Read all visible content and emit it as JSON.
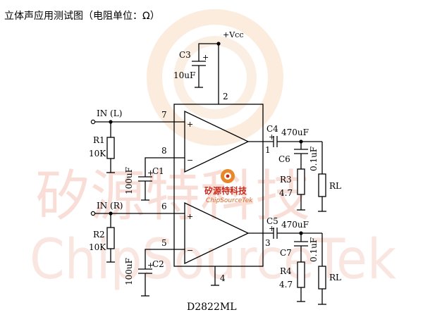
{
  "title": "立体声应用测试图（电阻单位：Ω）",
  "supply": "+Vcc",
  "chip": "D2822ML",
  "inputs": {
    "left": "IN (L)",
    "right": "IN (R)"
  },
  "pins": {
    "p1": "1",
    "p2": "2",
    "p3": "3",
    "p4": "4",
    "p5": "5",
    "p6": "6",
    "p7": "7",
    "p8": "8"
  },
  "op_signs": {
    "plus": "+",
    "minus": "−"
  },
  "components": {
    "c1": {
      "name": "C1",
      "value": "100uF"
    },
    "c2": {
      "name": "C2",
      "value": "100uF"
    },
    "c3": {
      "name": "C3",
      "value": "10uF"
    },
    "c4": {
      "name": "C4",
      "value": "470uF"
    },
    "c5": {
      "name": "C5",
      "value": "470uF"
    },
    "c6": {
      "name": "C6",
      "value": "0.1uF"
    },
    "c7": {
      "name": "C7",
      "value": "0.1uF"
    },
    "r1": {
      "name": "R1",
      "value": "10K"
    },
    "r2": {
      "name": "R2",
      "value": "10K"
    },
    "r3": {
      "name": "R3",
      "value": "4.7"
    },
    "r4": {
      "name": "R4",
      "value": "4.7"
    },
    "rl_top": "RL",
    "rl_bottom": "RL"
  },
  "watermark": {
    "logo_cn": "矽源特科技",
    "logo_en": "ChipSourceTek",
    "big_cn": "矽源特科技",
    "big_latin": "ChipSourceTek"
  },
  "colors": {
    "watermark": "#f2b8a8",
    "logo_red": "#c8281a",
    "logo_orange": "#e07a2a"
  }
}
